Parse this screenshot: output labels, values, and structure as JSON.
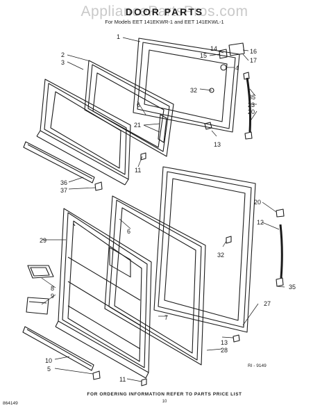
{
  "watermark": "AppliancePartsPros.com",
  "title": "DOOR PARTS",
  "models": "For Models EET 141EKWR-1 and EET 141EKWL-1",
  "figure_code": "RI - 9149",
  "left_code": "864149",
  "footer": "FOR ORDERING INFORMATION REFER TO PARTS PRICE LIST",
  "page_number": "10",
  "callouts": [
    "1",
    "2",
    "3",
    "4",
    "5",
    "6",
    "6",
    "7",
    "8",
    "9",
    "10",
    "11",
    "11",
    "12",
    "13",
    "13",
    "14",
    "15",
    "16",
    "17",
    "20",
    "20",
    "21",
    "23",
    "27",
    "28",
    "29",
    "32",
    "32",
    "35",
    "35",
    "36",
    "37"
  ]
}
